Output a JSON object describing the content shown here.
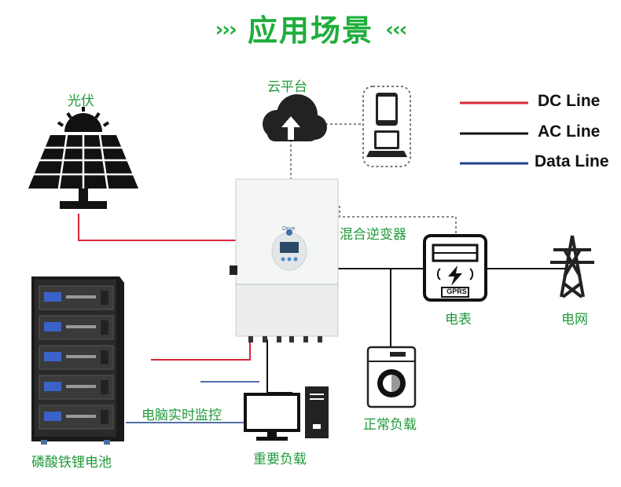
{
  "title": {
    "arrows_left": "›››",
    "text": "应用场景",
    "arrows_right": "‹‹‹"
  },
  "labels": {
    "pv": "光伏",
    "cloud": "云平台",
    "inverter": "混合逆变器",
    "meter": "电表",
    "grid": "电网",
    "normal_load": "正常负载",
    "important_load": "重要负载",
    "pc_monitor": "电脑实时监控",
    "battery": "磷酸铁锂电池",
    "meter_module": "GPRS"
  },
  "legend": [
    {
      "label": "DC Line",
      "color": "#d9263a"
    },
    {
      "label": "AC Line",
      "color": "#111111"
    },
    {
      "label": "Data Line",
      "color": "#1f3f8f"
    }
  ],
  "icons": {
    "pv": "solar-panel-icon",
    "cloud": "cloud-upload-icon",
    "devices": "phone-laptop-icon",
    "inverter": "hybrid-inverter-icon",
    "meter": "smart-meter-icon",
    "grid": "power-tower-icon",
    "washer": "washing-machine-icon",
    "computer": "desktop-computer-icon",
    "battery": "battery-rack-icon"
  }
}
